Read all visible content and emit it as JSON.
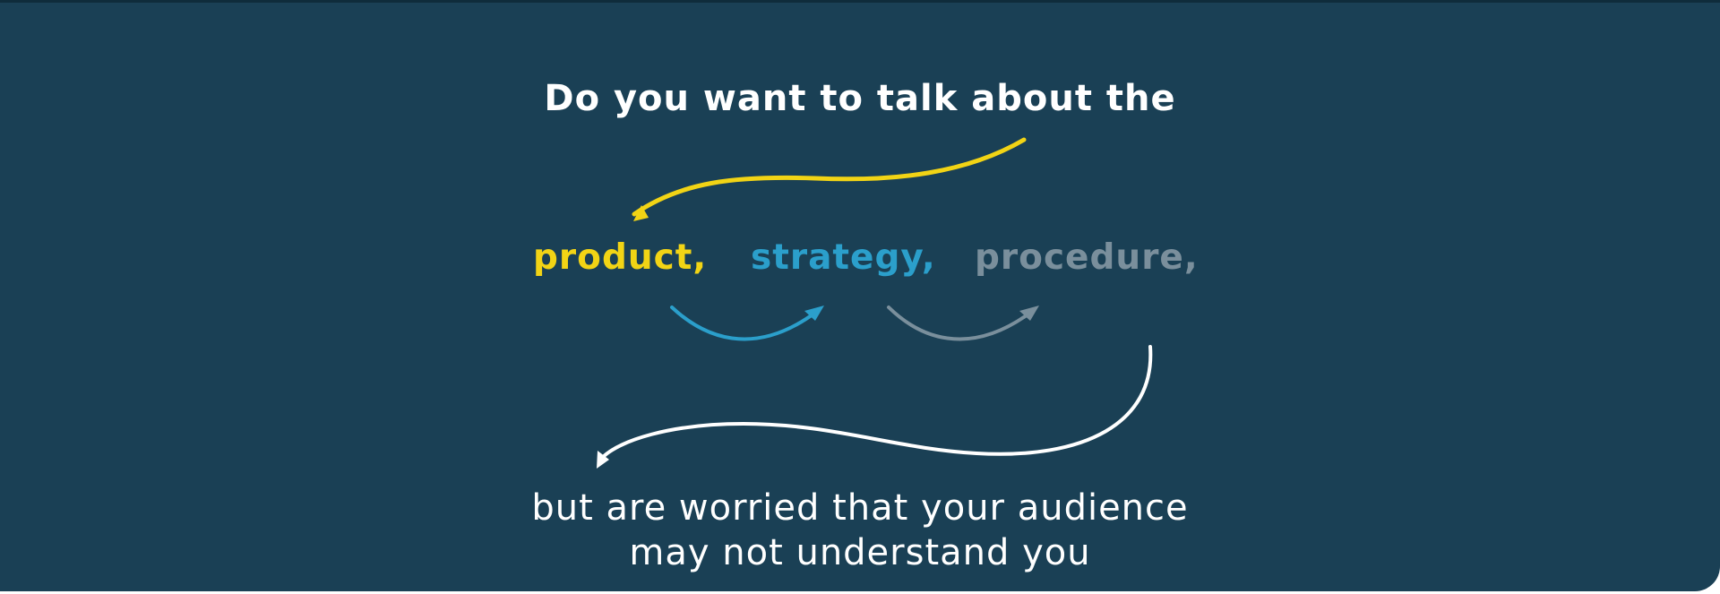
{
  "headline": "Do you want to talk about the",
  "words": [
    {
      "text": "product,",
      "color": "#f2d415"
    },
    {
      "text": "strategy,",
      "color": "#2b9fcb"
    },
    {
      "text": "procedure,",
      "color": "#7a8f9c"
    }
  ],
  "bottom_lines": [
    "but are worried that your audience",
    "may not understand you"
  ],
  "colors": {
    "background": "#1a4055",
    "text": "#ffffff",
    "arrow_product": "#f2d415",
    "arrow_strategy": "#2b9fcb",
    "arrow_procedure": "#7a8f9c",
    "arrow_return": "#ffffff"
  }
}
